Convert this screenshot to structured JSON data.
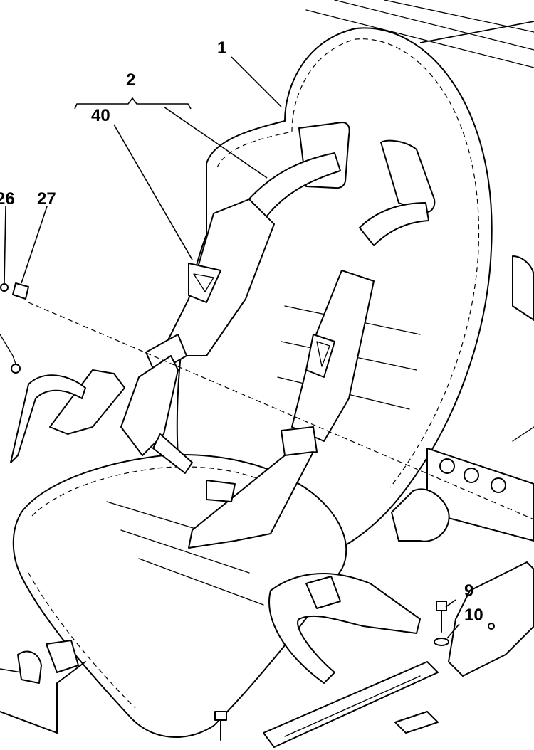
{
  "callouts": {
    "seat": "1",
    "harness": "2",
    "harness_belt": "40",
    "item_26": "26",
    "item_27": "27",
    "bolt": "9",
    "washer": "10"
  },
  "icons": {
    "harness_badge": "prancing-horse-badge",
    "shoulder_pad_badge": "prancing-horse-badge"
  }
}
